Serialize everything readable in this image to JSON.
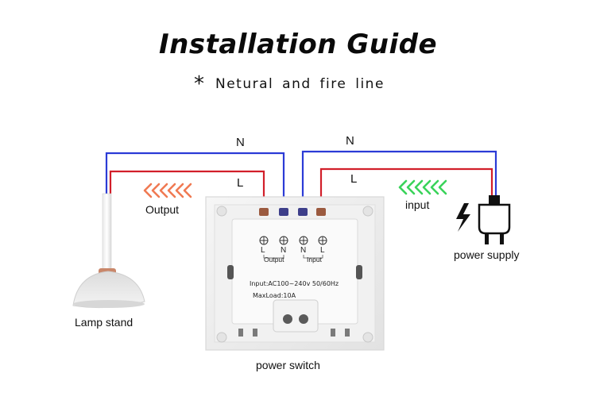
{
  "title": "Installation Guide",
  "subtitle": {
    "star": "*",
    "text": "Netural and fire line"
  },
  "wires": {
    "left_neutral": "N",
    "left_live": "L",
    "right_neutral": "N",
    "right_live": "L"
  },
  "arrows": {
    "output_label": "Output",
    "input_label": "input",
    "output_color": "#f07a52",
    "input_color": "#3ad35a"
  },
  "devices": {
    "lamp_label": "Lamp stand",
    "switch_label": "power switch",
    "supply_label": "power supply"
  },
  "switch_panel": {
    "terminals": [
      "L",
      "N",
      "N",
      "L"
    ],
    "output_label": "Output",
    "input_label": "Input",
    "spec_line1": "Input:AC100~240v  50/60Hz",
    "spec_line2": "MaxLoad:10A"
  },
  "colors": {
    "neutral_wire": "#2b3bd6",
    "live_wire": "#d21f2a"
  }
}
